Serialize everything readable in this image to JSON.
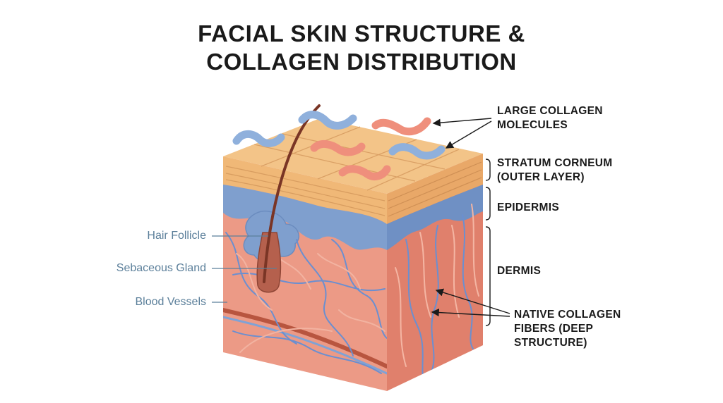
{
  "title": {
    "line1": "FACIAL SKIN STRUCTURE &",
    "line2": "COLLAGEN DISTRIBUTION"
  },
  "labels_right": {
    "large_collagen_1": "LARGE COLLAGEN",
    "large_collagen_2": "MOLECULES",
    "stratum_1": "STRATUM CORNEUM",
    "stratum_2": "(OUTER LAYER)",
    "epidermis": "EPIDERMIS",
    "dermis": "DERMIS",
    "native_1": "NATIVE COLLAGEN",
    "native_2": "FIBERS (DEEP",
    "native_3": "STRUCTURE)"
  },
  "labels_left": {
    "hair_follicle": "Hair Follicle",
    "sebaceous_gland": "Sebaceous Gland",
    "blood_vessels": "Blood Vessels"
  },
  "colors": {
    "stratum": "#f0b877",
    "epidermis": "#7f9fce",
    "dermis": "#ec9a86",
    "dermis_side": "#e0806c",
    "collagen_blue": "#8fb0dc",
    "collagen_red": "#ef8f7c",
    "left_label": "#5b7f9a"
  }
}
